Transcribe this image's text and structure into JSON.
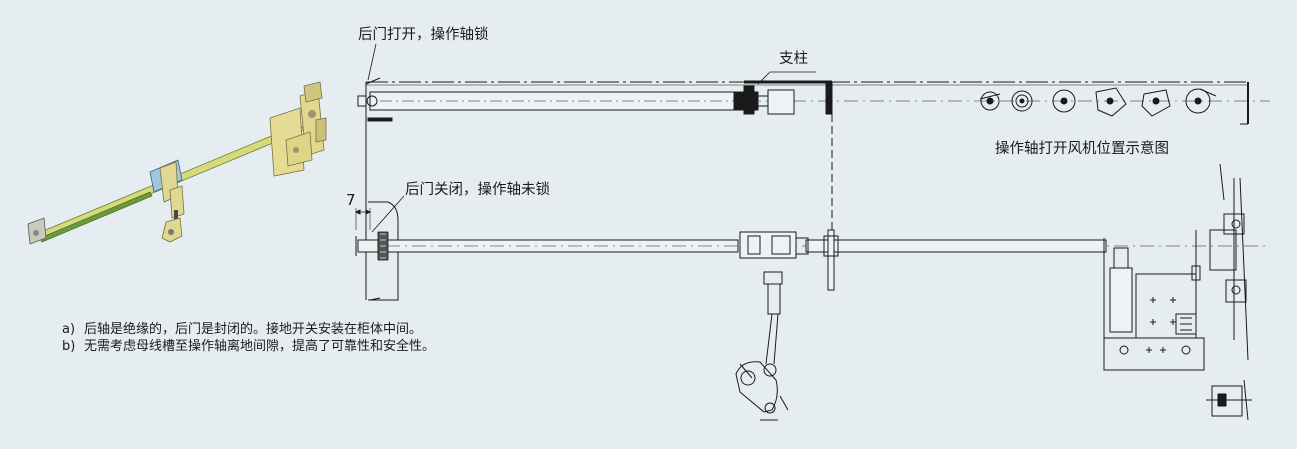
{
  "labels": {
    "rear_door_open": "后门打开，操作轴锁",
    "pillar": "支柱",
    "fan_position": "操作轴打开风机位置示意图",
    "rear_door_closed": "后门关闭，操作轴未锁",
    "dimension": "7"
  },
  "notes": [
    {
      "marker": "a)",
      "text": "后轴是绝缘的，后门是封闭的。接地开关安装在柜体中间。"
    },
    {
      "marker": "b)",
      "text": "无需考虑母线槽至操作轴离地间隙，提高了可靠性和安全性。"
    }
  ],
  "colors": {
    "background": "#e6edf1",
    "line": "#1a1a1a",
    "shaft_green": "#6b9a3a",
    "part_yellow": "#d9d98a"
  }
}
